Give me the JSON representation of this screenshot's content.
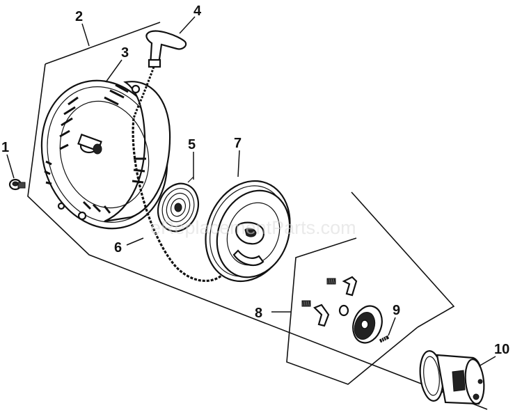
{
  "diagram": {
    "callouts": {
      "c1": "1",
      "c2": "2",
      "c3": "3",
      "c4": "4",
      "c5": "5",
      "c6": "6",
      "c7": "7",
      "c8": "8",
      "c9": "9",
      "c10": "10"
    },
    "watermark": "eReplacementParts.com"
  }
}
